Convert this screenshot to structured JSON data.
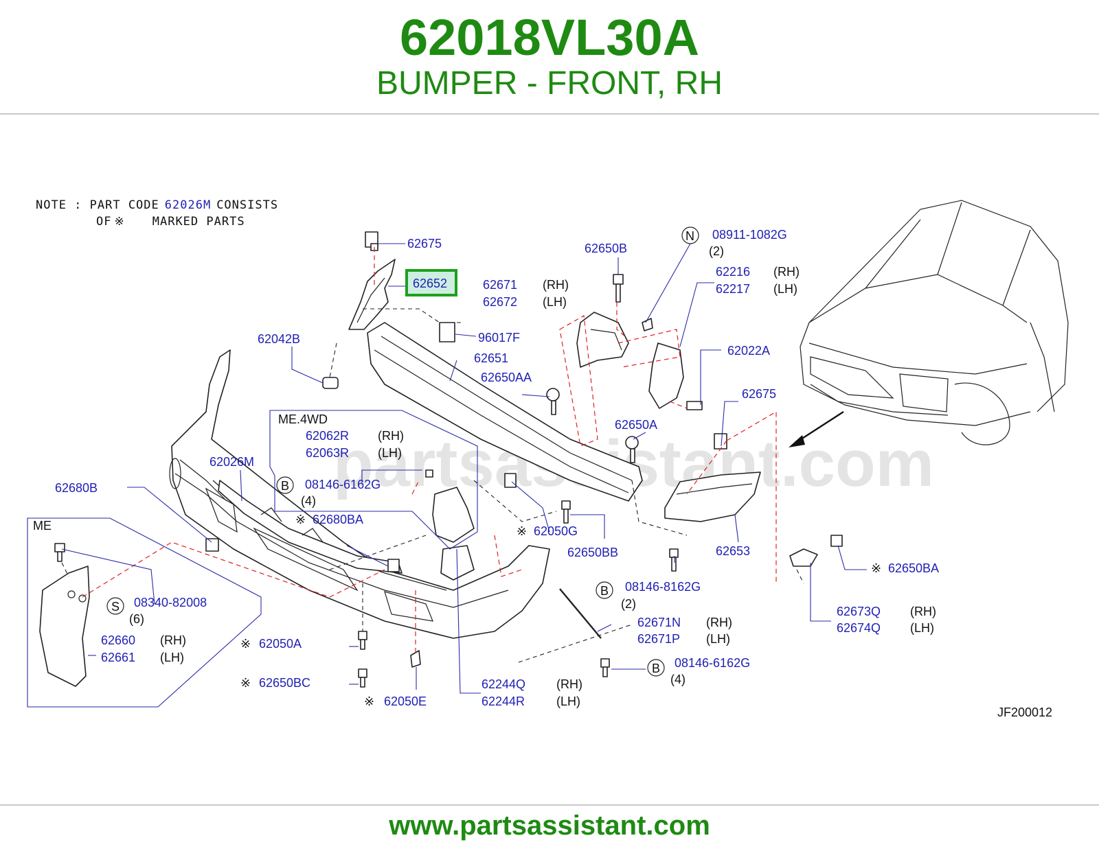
{
  "header": {
    "part_number": "62018VL30A",
    "description": "BUMPER - FRONT, RH"
  },
  "footer": {
    "url": "www.partsassistant.com"
  },
  "colors": {
    "brand_green": "#1e8a12",
    "label_blue": "#1f1fb4",
    "highlight_green": "#1ea01e",
    "highlight_fill": "#cdeee0",
    "dash_red": "#e02020"
  },
  "watermark": "partsassistant.com",
  "diagram_code": "JF200012",
  "note": {
    "line1_a": "NOTE : PART CODE",
    "line1_code": "62026M",
    "line1_b": "CONSISTS",
    "line2_a": "OF",
    "line2_b": "MARKED PARTS"
  },
  "highlighted": "62652",
  "labels": {
    "p62675a": "62675",
    "p62652": "62652",
    "p62671": "62671",
    "p62672": "62672",
    "p62650B": "62650B",
    "p08911": "08911-1082G",
    "p62216": "62216",
    "p62217": "62217",
    "p96017F": "96017F",
    "p62042B": "62042B",
    "p62651": "62651",
    "p62022A": "62022A",
    "p62650AA": "62650AA",
    "p62675b": "62675",
    "p62650A": "62650A",
    "p62062R": "62062R",
    "p62063R": "62063R",
    "p08146a": "08146-6162G",
    "p62026M": "62026M",
    "p62680B": "62680B",
    "p62680BA": "62680BA",
    "p62050G": "62050G",
    "p62650BB": "62650BB",
    "p62653": "62653",
    "p62650BA": "62650BA",
    "p08146b": "08146-8162G",
    "p08340": "08340-82008",
    "p62660": "62660",
    "p62661": "62661",
    "p62671N": "62671N",
    "p62671P": "62671P",
    "p62673Q": "62673Q",
    "p62674Q": "62674Q",
    "p62050A": "62050A",
    "p08146c": "08146-6162G",
    "p62650BC": "62650BC",
    "p62244Q": "62244Q",
    "p62244R": "62244R",
    "p62050E": "62050E"
  },
  "sides": {
    "rh": "(RH)",
    "lh": "(LH)"
  },
  "quantities": {
    "q2": "(2)",
    "q4": "(4)",
    "q6": "(6)"
  },
  "circle_letters": {
    "n": "N",
    "b": "B",
    "s": "S"
  },
  "groups": {
    "me4wd": "ME.4WD",
    "me": "ME"
  },
  "marker": "※"
}
